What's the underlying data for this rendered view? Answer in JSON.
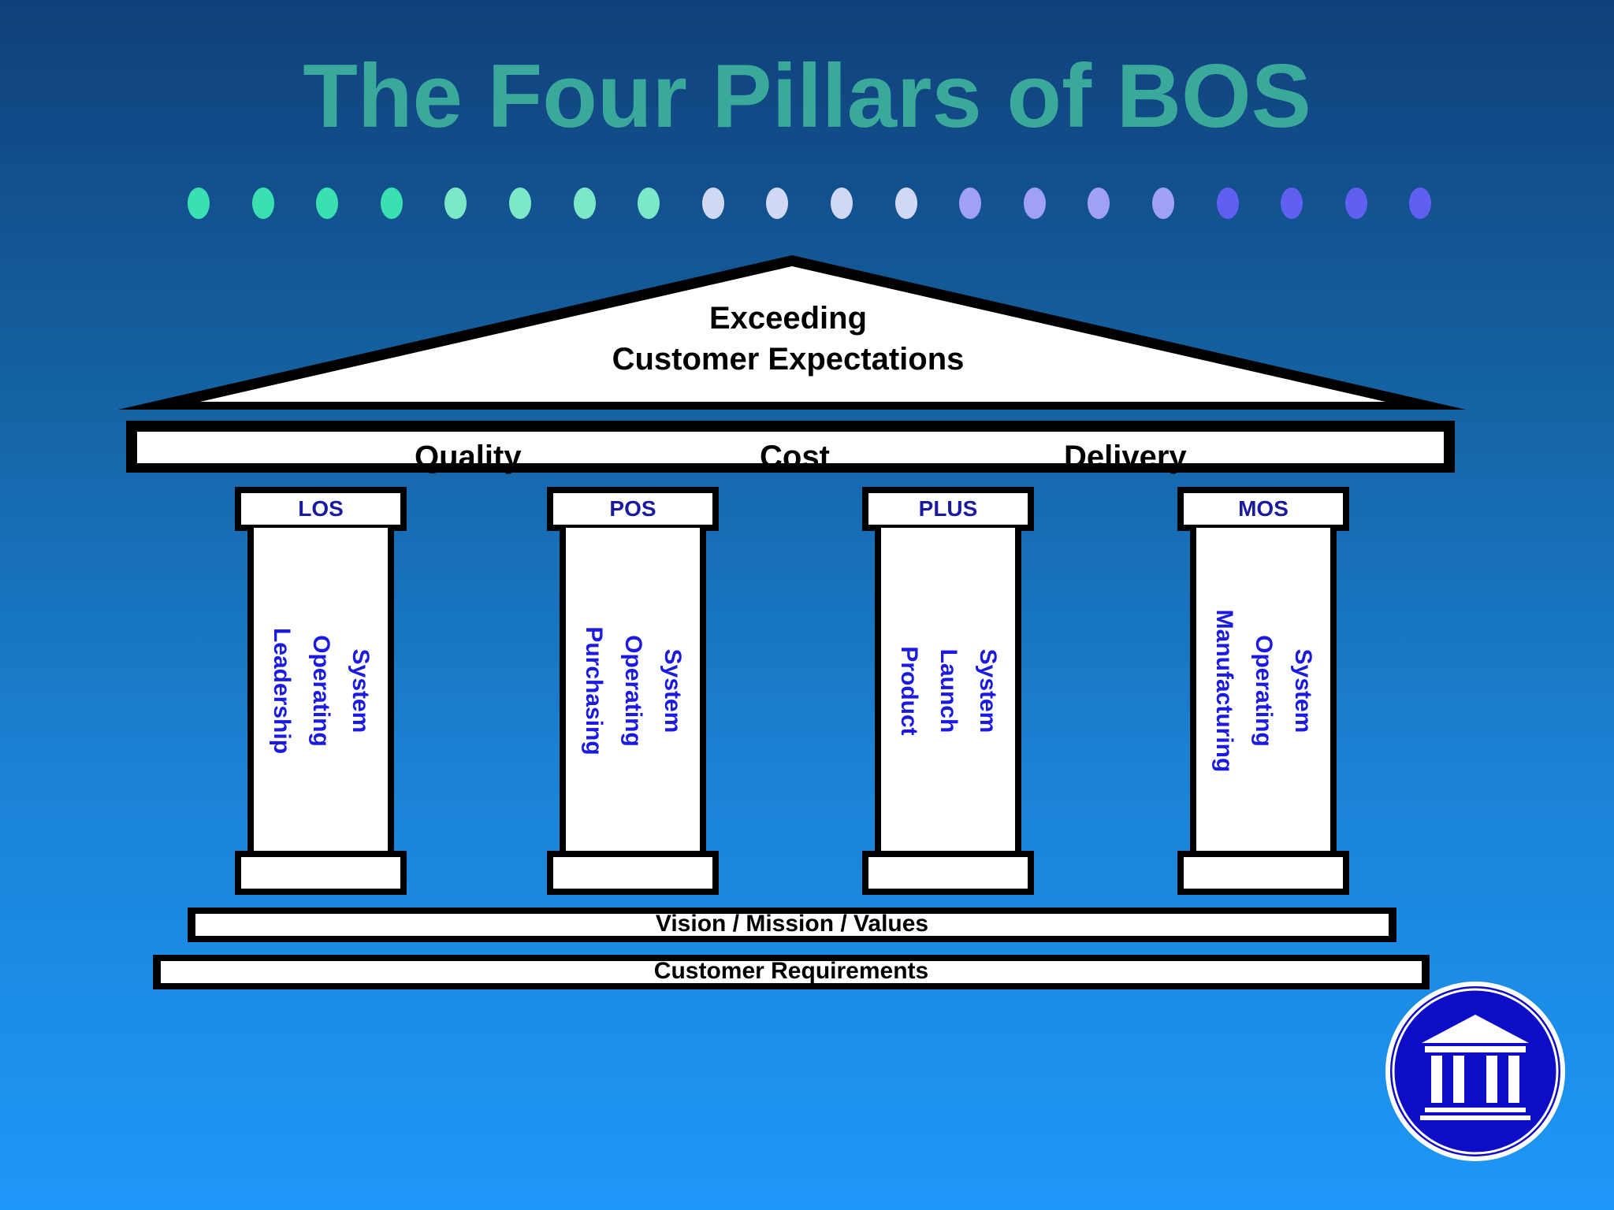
{
  "title": "The Four Pillars of BOS",
  "dot_colors": [
    "#3ae0b0",
    "#3ae0b0",
    "#3ae0b0",
    "#3ae0b0",
    "#7ce8c8",
    "#7ce8c8",
    "#7ce8c8",
    "#7ce8c8",
    "#d0d8f4",
    "#d0d8f4",
    "#d0d8f4",
    "#d0d8f4",
    "#a0a0f4",
    "#a0a0f4",
    "#a0a0f4",
    "#a0a0f4",
    "#6060f0",
    "#6060f0",
    "#6060f0",
    "#6060f0"
  ],
  "roof": {
    "line1": "Exceeding",
    "line2": "Customer Expectations"
  },
  "beam": {
    "left": "Quality",
    "center": "Cost",
    "right": "Delivery"
  },
  "pillars": [
    {
      "cap": "LOS",
      "lines": [
        "System",
        "Operating",
        "Leadership"
      ]
    },
    {
      "cap": "POS",
      "lines": [
        "System",
        "Operating",
        "Purchasing"
      ]
    },
    {
      "cap": "PLUS",
      "lines": [
        "System",
        "Launch",
        "Product"
      ]
    },
    {
      "cap": "MOS",
      "lines": [
        "System",
        "Operating",
        "Manufacturing"
      ]
    }
  ],
  "foundation": {
    "upper": "Vision / Mission / Values",
    "lower": "Customer Requirements"
  },
  "colors": {
    "title": "#3aa89a",
    "pillar_text": "#1a1ae0",
    "cap_text": "#1a1aa0",
    "logo": "#0d0dc8"
  },
  "logo_icon": "classical-building-icon"
}
